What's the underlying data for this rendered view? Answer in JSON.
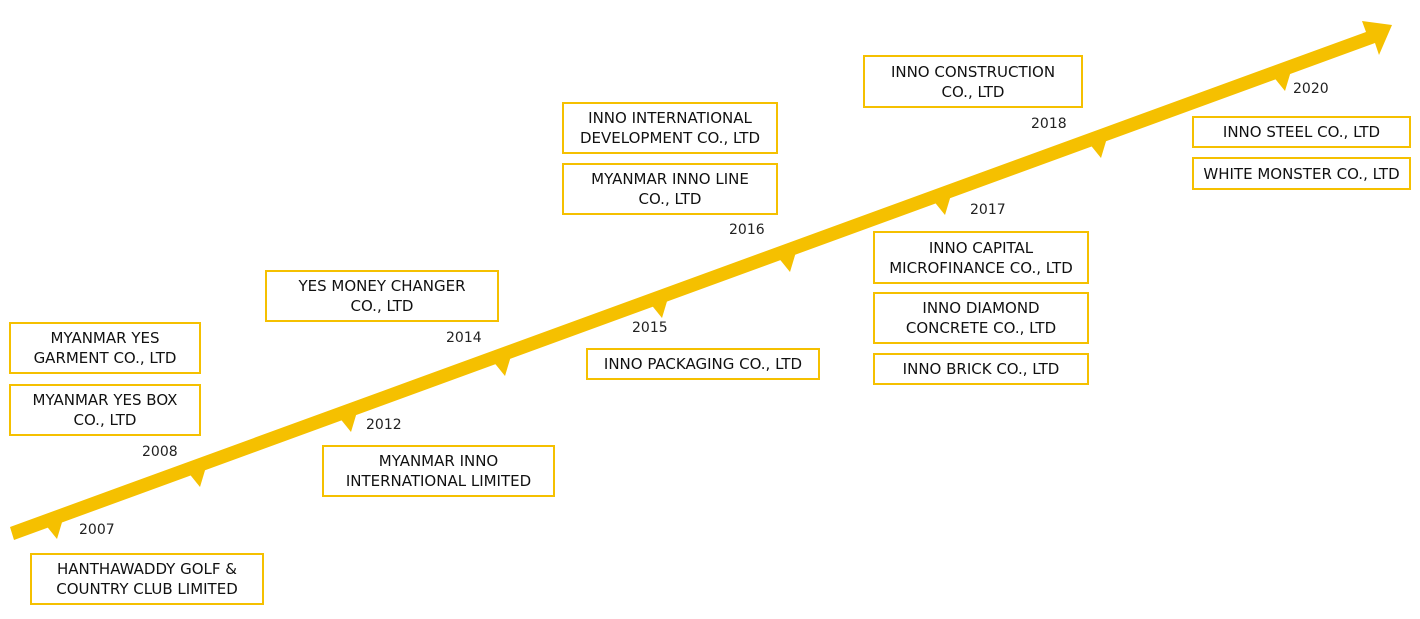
{
  "colors": {
    "accent": "#f5c000",
    "text": "#111111",
    "background": "#ffffff"
  },
  "milestones": [
    {
      "year": "2007",
      "companies": [
        "HANTHAWADDY GOLF &\nCOUNTRY CLUB LIMITED"
      ]
    },
    {
      "year": "2008",
      "companies": [
        "MYANMAR YES\nGARMENT CO., LTD",
        "MYANMAR YES BOX\nCO., LTD"
      ]
    },
    {
      "year": "2012",
      "companies": [
        "MYANMAR INNO\nINTERNATIONAL LIMITED"
      ]
    },
    {
      "year": "2014",
      "companies": [
        "YES MONEY CHANGER\nCO., LTD"
      ]
    },
    {
      "year": "2015",
      "companies": [
        "INNO PACKAGING CO., LTD"
      ]
    },
    {
      "year": "2016",
      "companies": [
        "INNO INTERNATIONAL\nDEVELOPMENT CO., LTD",
        "MYANMAR INNO LINE\nCO., LTD"
      ]
    },
    {
      "year": "2017",
      "companies": [
        "INNO CAPITAL\nMICROFINANCE CO., LTD",
        "INNO DIAMOND\nCONCRETE CO., LTD",
        "INNO BRICK CO., LTD"
      ]
    },
    {
      "year": "2018",
      "companies": [
        "INNO CONSTRUCTION\nCO., LTD"
      ]
    },
    {
      "year": "2020",
      "companies": [
        "INNO STEEL CO., LTD",
        "WHITE MONSTER CO., LTD"
      ]
    }
  ]
}
